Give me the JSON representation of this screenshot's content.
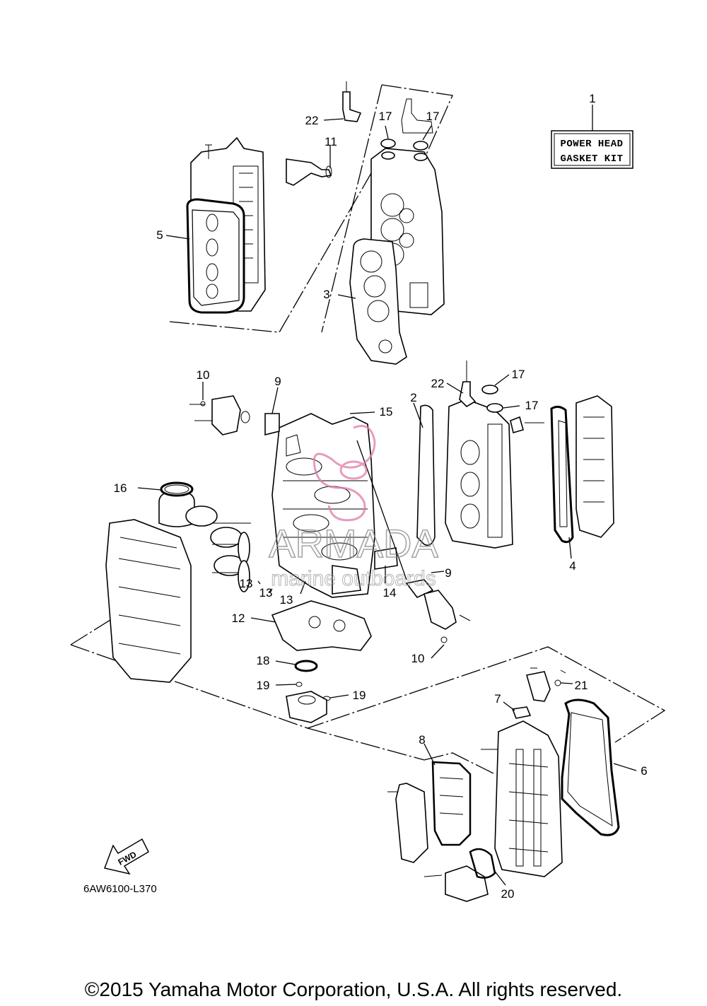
{
  "kit_label": {
    "line1": "POWER HEAD",
    "line2": "GASKET KIT"
  },
  "drawing_code": "6AW6100-L370",
  "fwd_label": "FWD",
  "watermark": {
    "brand": "ARMADA",
    "sub": "marine outboards"
  },
  "copyright": "©2015 Yamaha Motor Corporation, U.S.A. All rights reserved.",
  "callouts": {
    "c1": "1",
    "c2": "2",
    "c3": "3",
    "c4": "4",
    "c5": "5",
    "c6": "6",
    "c7": "7",
    "c8": "8",
    "c9a": "9",
    "c9b": "9",
    "c10a": "10",
    "c10b": "10",
    "c11": "11",
    "c12": "12",
    "c13a": "13",
    "c13b": "13",
    "c13c": "13",
    "c14": "14",
    "c15": "15",
    "c16": "16",
    "c17a": "17",
    "c17b": "17",
    "c17c": "17",
    "c17d": "17",
    "c18": "18",
    "c19a": "19",
    "c19b": "19",
    "c20": "20",
    "c21": "21",
    "c22a": "22",
    "c22b": "22"
  }
}
